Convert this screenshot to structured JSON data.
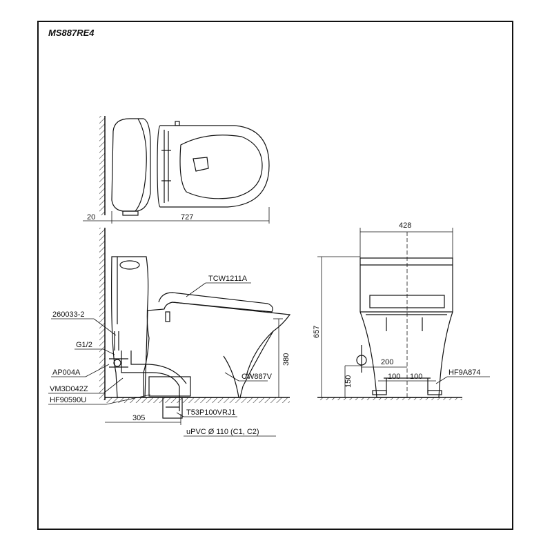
{
  "model": "MS887RE4",
  "dimensions": {
    "wall_gap": "20",
    "length": "727",
    "width": "428",
    "height": "657",
    "bowl_rim_height": "380",
    "rough_in": "305",
    "outlet_height": "150",
    "side_half_width": "200",
    "fix_spacing_left": "100",
    "fix_spacing_right": "100"
  },
  "part_labels": {
    "seat": "TCW1211A",
    "bolt_set": "260033-2",
    "inlet_thread": "G1/2",
    "angle_valve": "AP004A",
    "hose": "VM3D042Z",
    "flange": "HF90590U",
    "body": "CW887V",
    "fixing_kit": "HF9A874",
    "adapter": "T53P100VRJ1",
    "pipe": "uPVC Ø 110 (C1, C2)"
  }
}
